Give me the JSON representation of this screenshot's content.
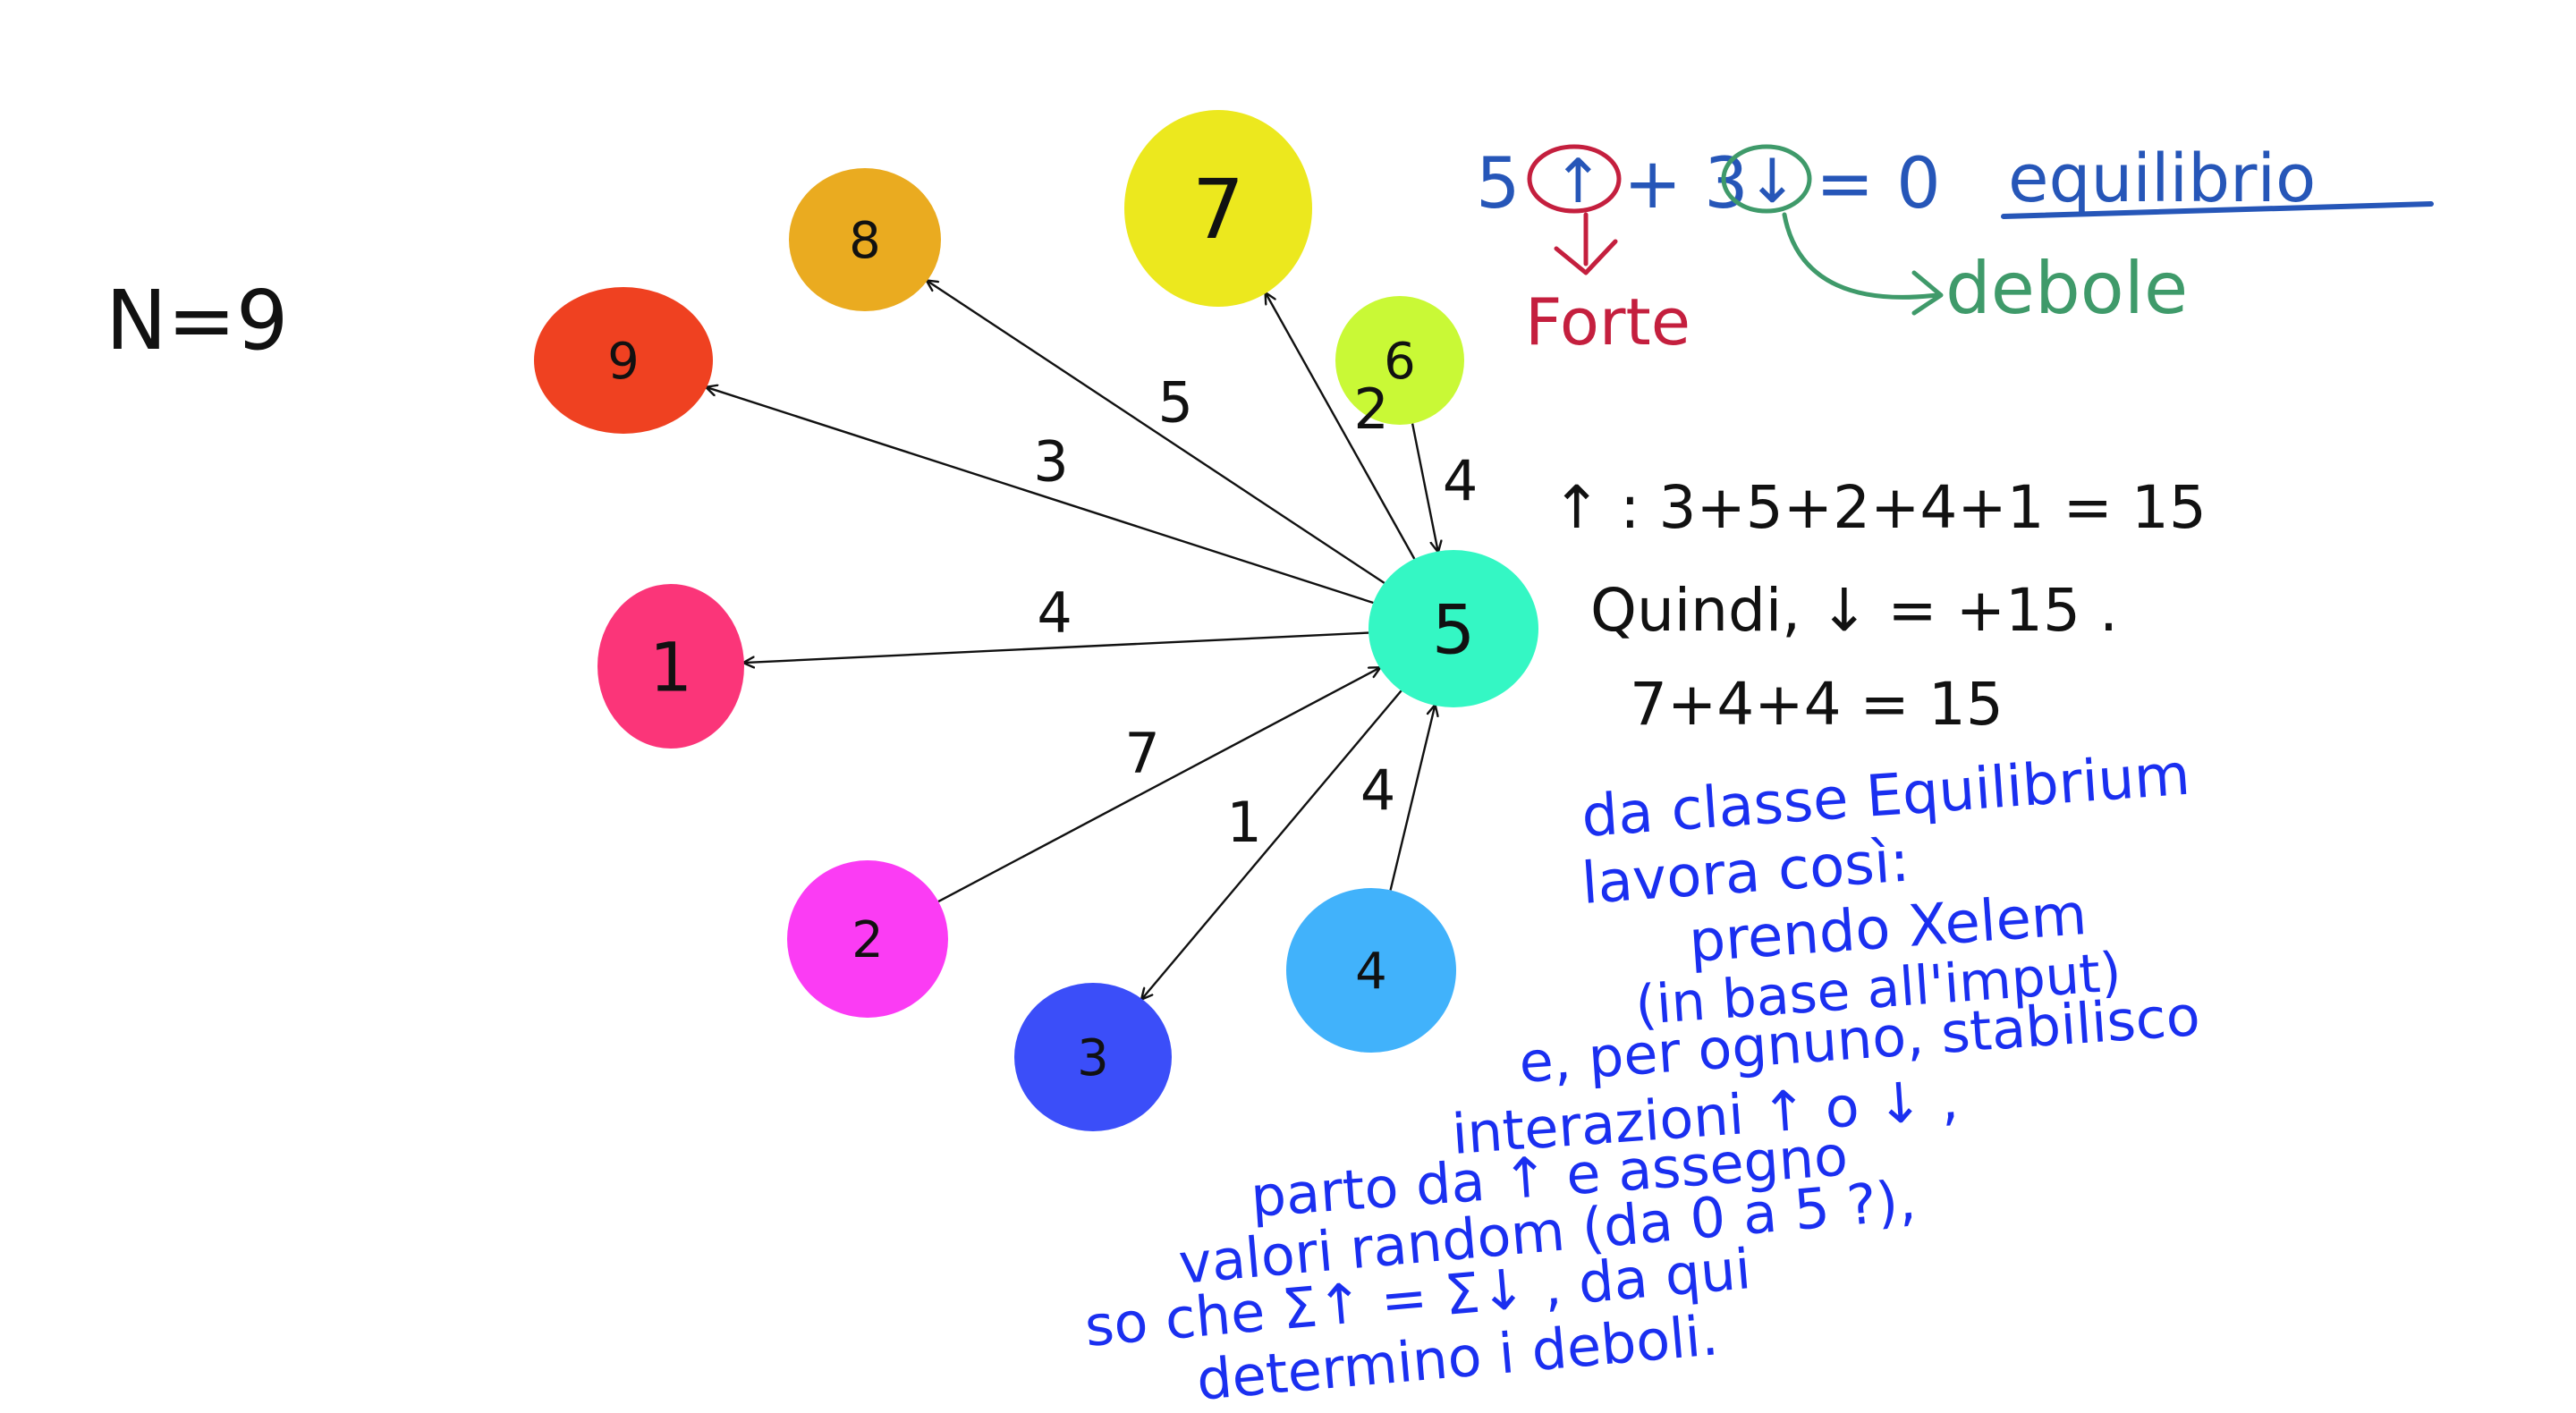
{
  "n_label": "N=9",
  "nodes": [
    {
      "id": "1",
      "label": "1",
      "color": "#fb3579"
    },
    {
      "id": "2",
      "label": "2",
      "color": "#fb3cf4"
    },
    {
      "id": "3",
      "label": "3",
      "color": "#3b4ef9"
    },
    {
      "id": "4",
      "label": "4",
      "color": "#41b2fb"
    },
    {
      "id": "5",
      "label": "5",
      "color": "#34f7c4"
    },
    {
      "id": "6",
      "label": "6",
      "color": "#c9f936"
    },
    {
      "id": "7",
      "label": "7",
      "color": "#ece81e"
    },
    {
      "id": "8",
      "label": "8",
      "color": "#eaab20"
    },
    {
      "id": "9",
      "label": "9",
      "color": "#ef4121"
    }
  ],
  "edges": [
    {
      "from": "5",
      "to": "9",
      "weight": "3"
    },
    {
      "from": "5",
      "to": "8",
      "weight": "5"
    },
    {
      "from": "5",
      "to": "7",
      "weight": "2"
    },
    {
      "from": "6",
      "to": "5",
      "weight": "4"
    },
    {
      "from": "5",
      "to": "1",
      "weight": "4"
    },
    {
      "from": "2",
      "to": "5",
      "weight": "7"
    },
    {
      "from": "5",
      "to": "3",
      "weight": "1"
    },
    {
      "from": "4",
      "to": "5",
      "weight": "4"
    }
  ],
  "legend": {
    "equation_left": "5",
    "equation_mid": "+ 3",
    "equation_right": "= 0",
    "up_arrow": "↑",
    "down_arrow": "↓",
    "equilibrio": "equilibrio",
    "forte": "Forte",
    "debole": "debole",
    "colors": {
      "blue": "#2656b8",
      "red": "#c41f3e",
      "green": "#3f9a6a"
    }
  },
  "sums": {
    "line1": "↑ : 3+5+2+4+1 = 15",
    "line2": "Quindi, ↓ = +15 .",
    "line3": "7+4+4 = 15"
  },
  "notes": {
    "color": "#1a2ff0",
    "lines": [
      "da classe Equilibrium",
      "lavora così:",
      "prendo Xelem",
      "(in base all'imput)",
      "e, per ognuno, stabilisco",
      "interazioni ↑ o ↓ ,",
      "parto da ↑ e assegno",
      "valori random (da 0 a 5 ?),",
      "so che Σ↑ = Σ↓ , da qui",
      "determino i deboli."
    ]
  }
}
